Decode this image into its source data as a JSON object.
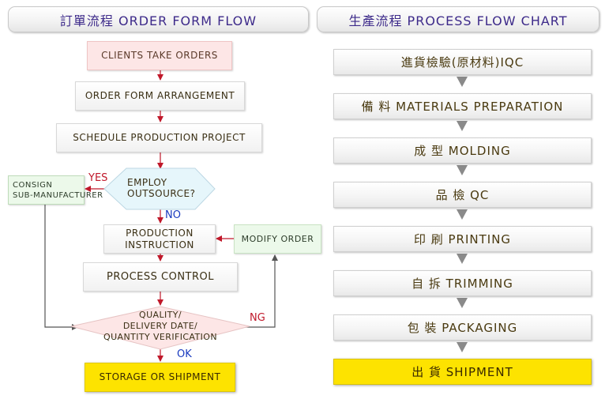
{
  "left": {
    "header": "訂單流程 ORDER FORM FLOW",
    "steps": {
      "clients": "CLIENTS TAKE ORDERS",
      "arrangement": "ORDER FORM ARRANGEMENT",
      "schedule": "SCHEDULE PRODUCTION PROJECT",
      "employ_line1": "EMPLOY",
      "employ_line2": "OUTSOURCE?",
      "consign_line1": "CONSIGN",
      "consign_line2": "SUB-MANUFACTURER",
      "production_line1": "PRODUCTION",
      "production_line2": "INSTRUCTION",
      "modify": "MODIFY ORDER",
      "process_control": "PROCESS CONTROL",
      "quality_line1": "QUALITY/",
      "quality_line2": "DELIVERY DATE/",
      "quality_line3": "QUANTITY VERIFICATION",
      "storage": "STORAGE OR SHIPMENT"
    },
    "labels": {
      "yes": "YES",
      "no": "NO",
      "ng": "NG",
      "ok": "OK"
    }
  },
  "right": {
    "header": "生產流程 PROCESS FLOW CHART",
    "steps": [
      "進貨檢驗(原材料)IQC",
      "備 料 MATERIALS PREPARATION",
      "成 型 MOLDING",
      "品 檢 QC",
      "印 刷 PRINTING",
      "自 拆 TRIMMING",
      "包 裝 PACKAGING",
      "出 貨 SHIPMENT"
    ]
  },
  "colors": {
    "header_text": "#3d2a8a",
    "arrow_red": "#c0182a",
    "arrow_gray": "#555555",
    "label_red": "#c0182a",
    "label_blue": "#1a3bbf",
    "highlight_yellow": "#fde300",
    "start_pink": "#fde6e6",
    "side_green": "#ecf9ea"
  }
}
